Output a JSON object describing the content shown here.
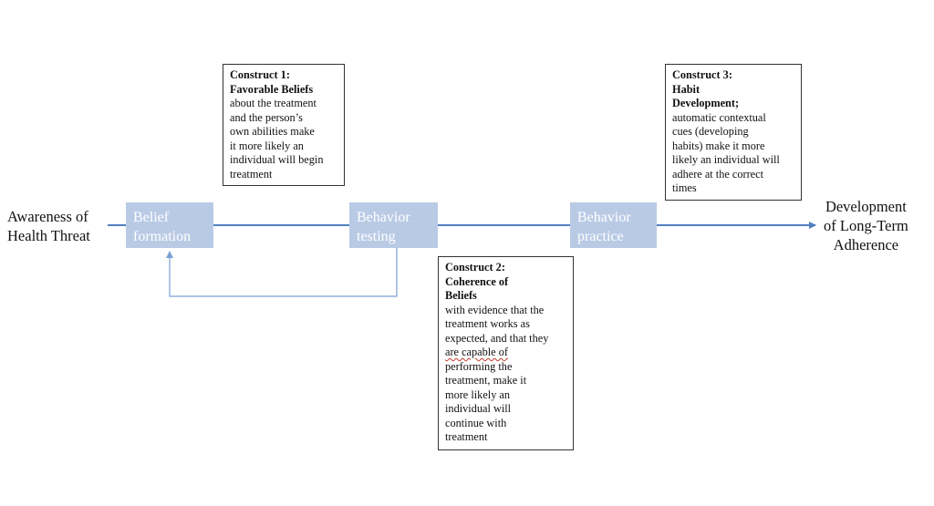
{
  "start_node": {
    "lines": [
      "Awareness of",
      "Health Threat"
    ]
  },
  "end_node": {
    "lines": [
      "Development",
      "of Long-Term",
      "Adherence"
    ]
  },
  "stages": [
    {
      "lines": [
        "Belief",
        "formation"
      ]
    },
    {
      "lines": [
        "Behavior",
        "testing"
      ]
    },
    {
      "lines": [
        "Behavior",
        "practice"
      ]
    }
  ],
  "constructs": [
    {
      "heading": [
        "Construct 1:",
        "Favorable Beliefs"
      ],
      "body": [
        "about the treatment",
        "and the person’s",
        "own abilities make",
        "it more likely an",
        "individual will begin",
        "treatment"
      ]
    },
    {
      "heading": [
        "Construct 2:",
        "Coherence of",
        "Beliefs"
      ],
      "body": [
        "with evidence that the",
        "treatment works as",
        "expected, and that they",
        "are capable of",
        "performing the",
        "treatment, make it",
        "more likely an",
        "individual will",
        "continue with",
        "treatment"
      ]
    },
    {
      "heading": [
        "Construct 3:",
        "Habit",
        "Development;"
      ],
      "body": [
        "automatic contextual",
        "cues (developing",
        "habits) make it more",
        "likely an individual will",
        "adhere at the correct",
        "times"
      ]
    }
  ],
  "colors": {
    "stage_fill": "#b9cae5",
    "stage_text": "#ffffff",
    "flow_line": "#4f7fc0",
    "feedback_line": "#7aa0d6",
    "box_border": "#333333"
  }
}
